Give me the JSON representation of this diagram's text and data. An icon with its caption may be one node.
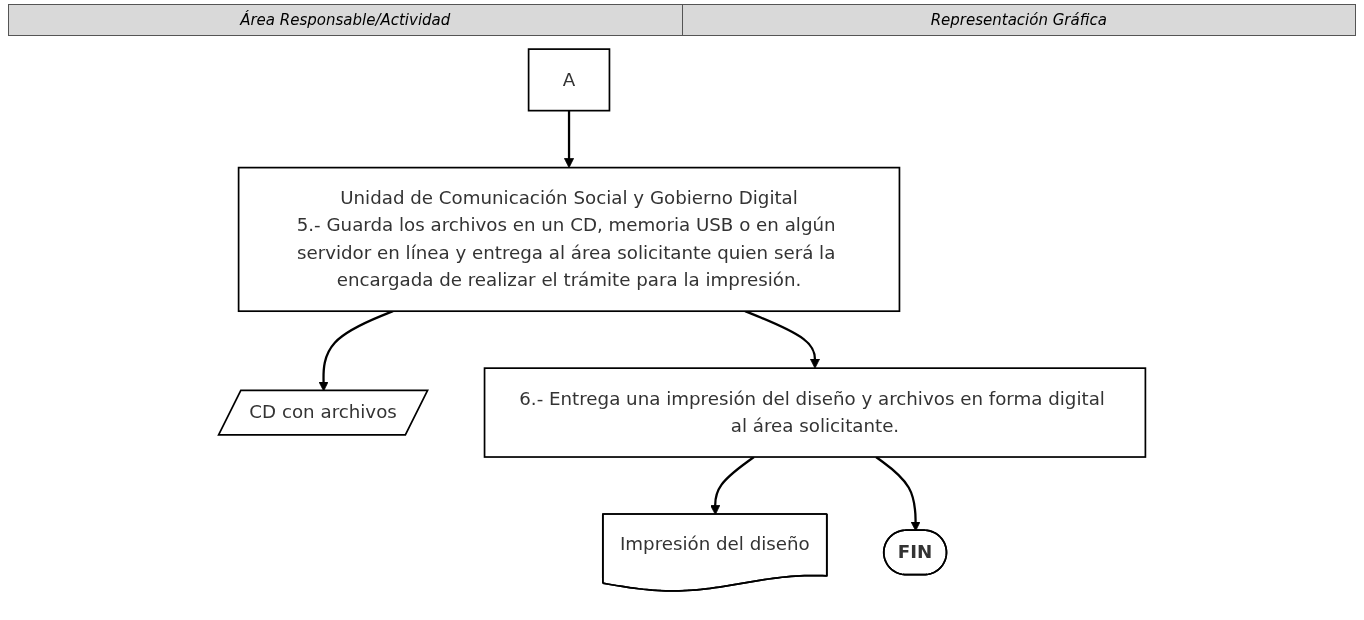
{
  "diagram": {
    "nodes": [
      {
        "text": [
          "A"
        ]
      },
      {
        "text": [
          "Unidad de Comunicación Social y Gobierno Digital",
          "5.- Guarda los archivos en un CD, memoria USB o en algún servidor en línea y entrega al área solicitante quien será la encargada de realizar el trámite para la impresión."
        ]
      },
      {
        "text": [
          "CD con archivos"
        ]
      },
      {
        "text": [
          "6.- Entrega una impresión del diseño y archivos en forma digital al área solicitante."
        ]
      },
      {
        "text": [
          "Impresión del diseño"
        ]
      },
      {
        "text": [
          "FIN"
        ]
      }
    ],
    "edges": [
      {
        "from": 0,
        "to": 1,
        "arrow": "to"
      },
      {
        "from": 1,
        "to": 2,
        "arrow": "to"
      },
      {
        "from": 1,
        "to": 3,
        "arrow": "to"
      },
      {
        "from": 3,
        "to": 4,
        "arrow": "to"
      },
      {
        "from": 3,
        "to": 5,
        "arrow": "to"
      }
    ],
    "labels": [
      "Área Responsable/Actividad",
      "Representación Gráfica"
    ]
  }
}
